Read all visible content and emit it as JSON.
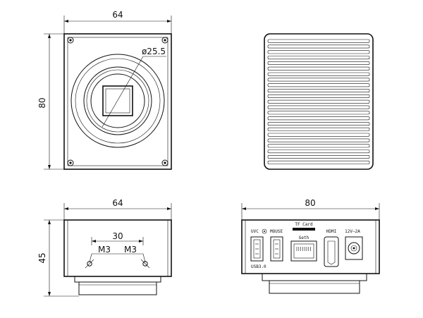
{
  "dimensions": {
    "front_width": "64",
    "front_height": "80",
    "lens_diameter": "ø25.5",
    "bottom_width": "64",
    "bottom_height": "45",
    "hole_spacing": "30",
    "thread_left": "M3",
    "thread_right": "M3",
    "back_width": "80"
  },
  "ports": {
    "uvc": "UVC",
    "mouse": "MOUSE",
    "usb": "USB3.0",
    "tf_card": "TF Card",
    "geth": "Geth",
    "hdmi": "HDMI",
    "power": "12V–2A"
  },
  "colors": {
    "line": "#111111",
    "background": "#ffffff"
  }
}
